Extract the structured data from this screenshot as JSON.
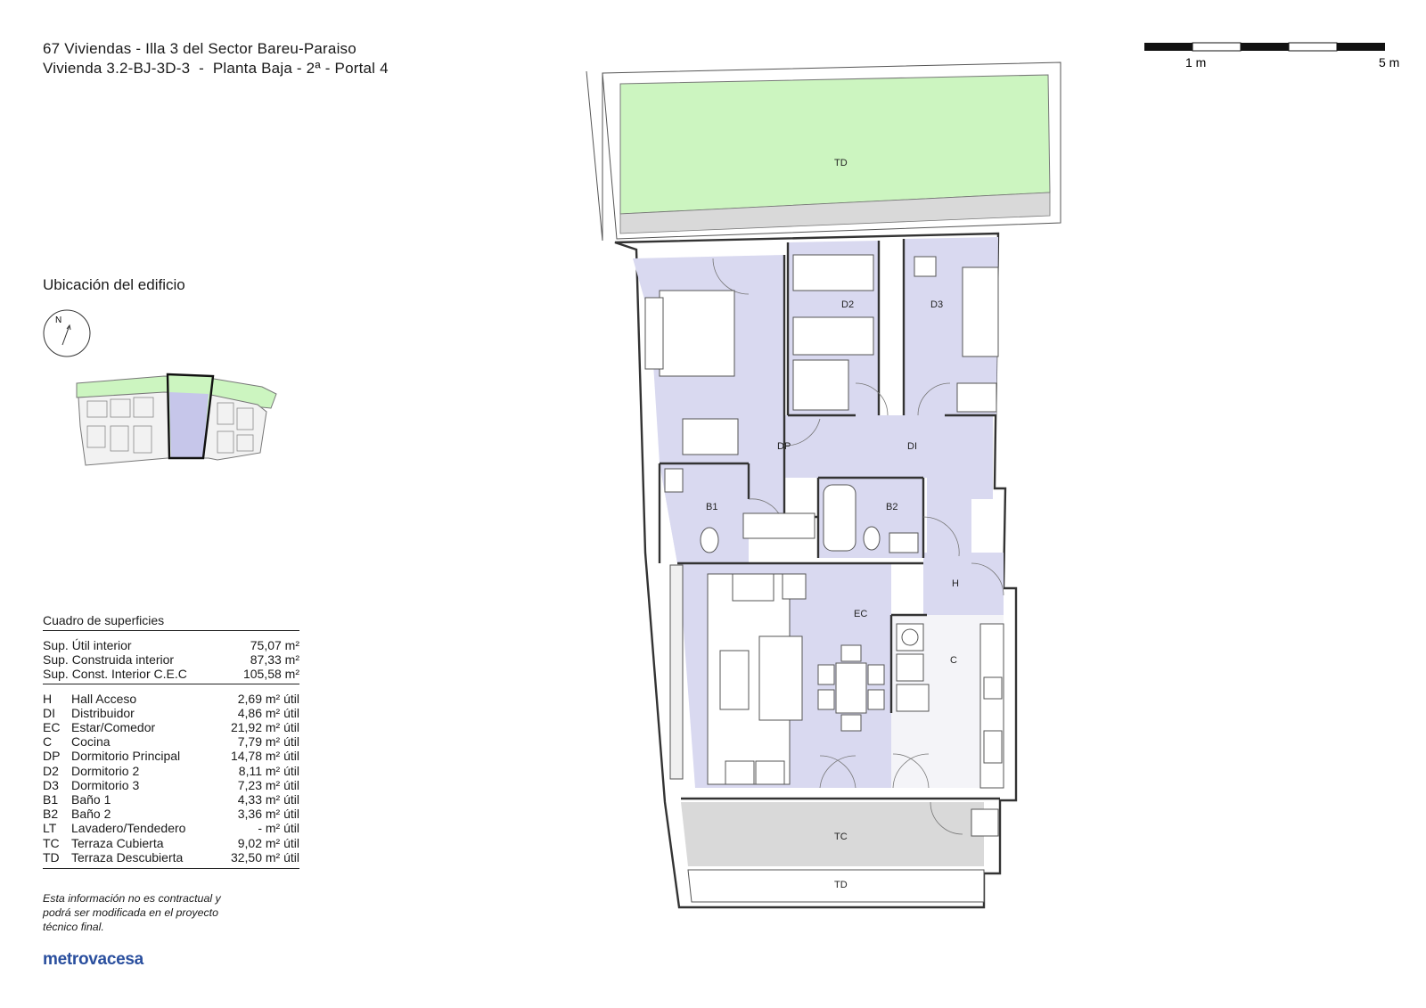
{
  "header": {
    "line1": "67 Viviendas - Illa 3 del Sector Bareu-Paraiso",
    "line2": "Vivienda 3.2-BJ-3D-3  -  Planta Baja - 2ª - Portal 4"
  },
  "location": {
    "title": "Ubicación del edificio",
    "north_label": "N"
  },
  "surfaces": {
    "title": "Cuadro de superficies",
    "summary": [
      {
        "label": "Sup. Útil interior",
        "value": "75,07 m²"
      },
      {
        "label": "Sup. Construida interior",
        "value": "87,33 m²"
      },
      {
        "label": "Sup. Const. Interior C.E.C",
        "value": "105,58 m²"
      }
    ],
    "rooms": [
      {
        "code": "H",
        "name": "Hall Acceso",
        "value": "2,69 m² útil"
      },
      {
        "code": "DI",
        "name": "Distribuidor",
        "value": "4,86 m² útil"
      },
      {
        "code": "EC",
        "name": "Estar/Comedor",
        "value": "21,92 m² útil"
      },
      {
        "code": "C",
        "name": "Cocina",
        "value": "7,79 m² útil"
      },
      {
        "code": "DP",
        "name": "Dormitorio Principal",
        "value": "14,78 m² útil"
      },
      {
        "code": "D2",
        "name": "Dormitorio 2",
        "value": "8,11 m² útil"
      },
      {
        "code": "D3",
        "name": "Dormitorio 3",
        "value": "7,23 m² útil"
      },
      {
        "code": "B1",
        "name": "Baño 1",
        "value": "4,33 m² útil"
      },
      {
        "code": "B2",
        "name": "Baño 2",
        "value": "3,36 m² útil"
      },
      {
        "code": "LT",
        "name": "Lavadero/Tendedero",
        "value": "- m² útil"
      },
      {
        "code": "TC",
        "name": "Terraza Cubierta",
        "value": "9,02 m² útil"
      },
      {
        "code": "TD",
        "name": "Terraza Descubierta",
        "value": "32,50 m² útil"
      }
    ]
  },
  "note": "Esta información no es contractual y podrá ser modificada en el proyecto técnico final.",
  "brand": "metrovacesa",
  "scale": {
    "label_1": "1 m",
    "label_5": "5 m"
  },
  "plan_labels": {
    "td_top": "TD",
    "d2": "D2",
    "d3": "D3",
    "dp": "DP",
    "di": "DI",
    "b1": "B1",
    "b2": "B2",
    "h": "H",
    "ec": "EC",
    "c": "C",
    "tc": "TC",
    "td_bottom": "TD"
  },
  "colors": {
    "room_fill": "#d9d9f0",
    "garden_fill": "#ccf5c0",
    "terrace_fill": "#d9d9d9",
    "kitchen_fill": "#f4f4f8",
    "brand": "#2a4f9e"
  }
}
